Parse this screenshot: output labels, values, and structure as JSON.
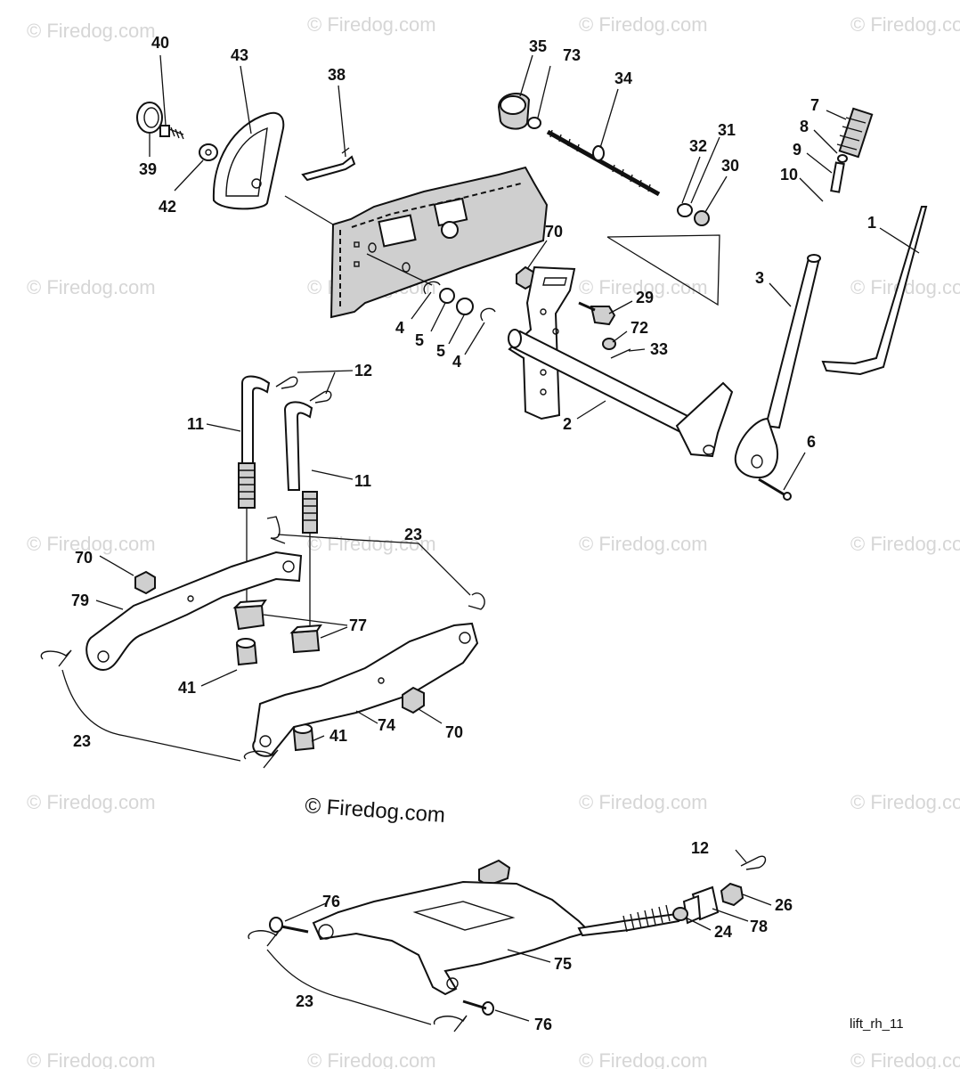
{
  "watermark": "© Firedog.com",
  "copyright": "© Firedog.com",
  "drawing_ref": "lift_rh_11",
  "callouts": {
    "c40": "40",
    "c43": "43",
    "c38": "38",
    "c39": "39",
    "c42": "42",
    "c35": "35",
    "c73": "73",
    "c34": "34",
    "c32": "32",
    "c31": "31",
    "c30": "30",
    "c7": "7",
    "c8": "8",
    "c9": "9",
    "c10": "10",
    "c1": "1",
    "c3": "3",
    "c70a": "70",
    "c29": "29",
    "c72": "72",
    "c33": "33",
    "c4a": "4",
    "c5a": "5",
    "c5b": "5",
    "c4b": "4",
    "c2": "2",
    "c6": "6",
    "c12a": "12",
    "c11a": "11",
    "c11b": "11",
    "c23a": "23",
    "c70b": "70",
    "c79": "79",
    "c77": "77",
    "c41a": "41",
    "c74": "74",
    "c70c": "70",
    "c41b": "41",
    "c23b": "23",
    "c12b": "12",
    "c26": "26",
    "c76a": "76",
    "c78": "78",
    "c24": "24",
    "c75": "75",
    "c23c": "23",
    "c76b": "76"
  }
}
